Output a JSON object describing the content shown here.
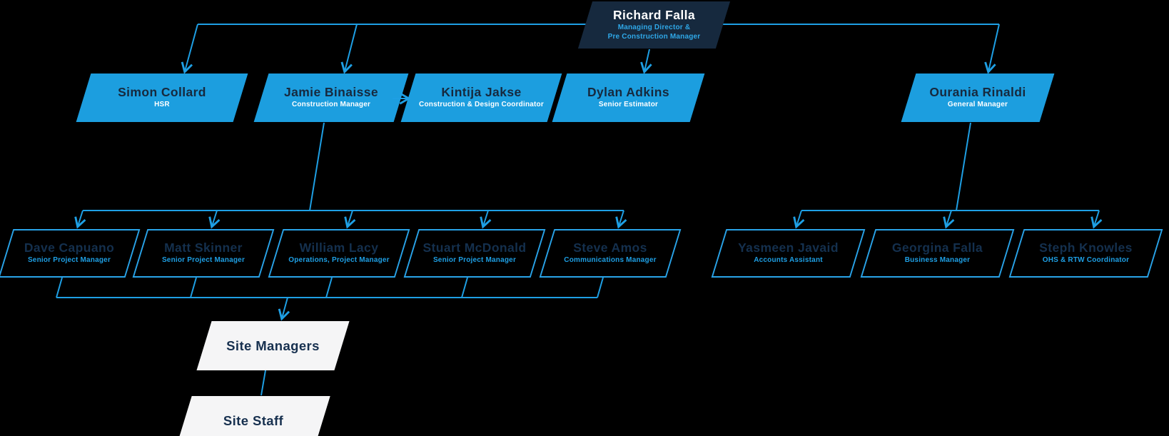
{
  "diagram": {
    "type": "organisation-chart",
    "background_color": "#000000",
    "colors": {
      "root_fill": "#16293E",
      "level2_fill": "#1C9EDF",
      "level3_outline": "#29A3E8",
      "site_fill": "#F5F5F6",
      "connector": "#1E9FE4",
      "name_dark": "#14304E",
      "name_light": "#FFFFFF",
      "role_blue": "#1E9FE4"
    }
  },
  "nodes": [
    {
      "name": "Richard Falla",
      "title": "Managing Director &\nPre Construction Manager"
    },
    {
      "name": "Simon Collard",
      "title": "HSR"
    },
    {
      "name": "Jamie Binaisse",
      "title": "Construction Manager"
    },
    {
      "name": "Kintija Jakse",
      "title": "Construction & Design Coordinator"
    },
    {
      "name": "Dylan Adkins",
      "title": "Senior Estimator"
    },
    {
      "name": "Ourania Rinaldi",
      "title": "General Manager"
    },
    {
      "name": "Dave Capuano",
      "title": "Senior Project Manager"
    },
    {
      "name": "Matt Skinner",
      "title": "Senior Project Manager"
    },
    {
      "name": "William Lacy",
      "title": "Operations, Project Manager"
    },
    {
      "name": "Stuart McDonald",
      "title": "Senior Project Manager"
    },
    {
      "name": "Steve Amos",
      "title": "Communications Manager"
    },
    {
      "name": "Yasmeen Javaid",
      "title": "Accounts Assistant"
    },
    {
      "name": "Georgina Falla",
      "title": "Business Manager"
    },
    {
      "name": "Steph Knowles",
      "title": "OHS & RTW Coordinator"
    },
    {
      "name": "Site Managers",
      "title": ""
    },
    {
      "name": "Site Staff",
      "title": ""
    }
  ],
  "edges": [
    {
      "from": "Richard Falla",
      "to": "Simon Collard"
    },
    {
      "from": "Richard Falla",
      "to": "Jamie Binaisse"
    },
    {
      "from": "Richard Falla",
      "to": "Dylan Adkins"
    },
    {
      "from": "Richard Falla",
      "to": "Ourania Rinaldi"
    },
    {
      "from": "Jamie Binaisse",
      "to": "Kintija Jakse"
    },
    {
      "from": "Jamie Binaisse",
      "to": "Dave Capuano"
    },
    {
      "from": "Jamie Binaisse",
      "to": "Matt Skinner"
    },
    {
      "from": "Jamie Binaisse",
      "to": "William Lacy"
    },
    {
      "from": "Jamie Binaisse",
      "to": "Stuart McDonald"
    },
    {
      "from": "Jamie Binaisse",
      "to": "Steve Amos"
    },
    {
      "from": "Ourania Rinaldi",
      "to": "Yasmeen Javaid"
    },
    {
      "from": "Ourania Rinaldi",
      "to": "Georgina Falla"
    },
    {
      "from": "Ourania Rinaldi",
      "to": "Steph Knowles"
    },
    {
      "from": "Project Managers group",
      "to": "Site Managers"
    },
    {
      "from": "Site Managers",
      "to": "Site Staff"
    }
  ]
}
